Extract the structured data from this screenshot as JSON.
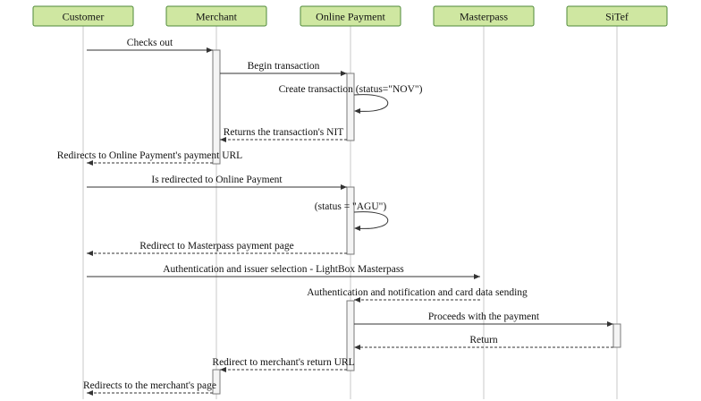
{
  "participants": [
    {
      "id": "customer",
      "label": "Customer"
    },
    {
      "id": "merchant",
      "label": "Merchant"
    },
    {
      "id": "online_payment",
      "label": "Online Payment"
    },
    {
      "id": "masterpass",
      "label": "Masterpass"
    },
    {
      "id": "sitef",
      "label": "SiTef"
    }
  ],
  "messages": [
    {
      "from": "customer",
      "to": "merchant",
      "label": "Checks out",
      "style": "solid"
    },
    {
      "from": "merchant",
      "to": "online_payment",
      "label": "Begin transaction",
      "style": "solid"
    },
    {
      "from": "online_payment",
      "to": "online_payment",
      "label": "Create transaction (status=\"NOV\")",
      "style": "self"
    },
    {
      "from": "online_payment",
      "to": "merchant",
      "label": "Returns the transaction's NIT",
      "style": "dashed"
    },
    {
      "from": "merchant",
      "to": "customer",
      "label": "Redirects to Online Payment's payment URL",
      "style": "dashed"
    },
    {
      "from": "customer",
      "to": "online_payment",
      "label": "Is redirected to Online Payment",
      "style": "solid"
    },
    {
      "from": "online_payment",
      "to": "online_payment",
      "label": "(status = \"AGU\")",
      "style": "self"
    },
    {
      "from": "online_payment",
      "to": "customer",
      "label": "Redirect to Masterpass payment page",
      "style": "dashed"
    },
    {
      "from": "customer",
      "to": "masterpass",
      "label": "Authentication and issuer selection - LightBox Masterpass",
      "style": "solid"
    },
    {
      "from": "masterpass",
      "to": "online_payment",
      "label": "Authentication and notification and card data sending",
      "style": "dashed"
    },
    {
      "from": "online_payment",
      "to": "sitef",
      "label": "Proceeds with the payment",
      "style": "solid"
    },
    {
      "from": "sitef",
      "to": "online_payment",
      "label": "Return",
      "style": "dashed"
    },
    {
      "from": "online_payment",
      "to": "merchant",
      "label": "Redirect to merchant's return URL",
      "style": "dashed"
    },
    {
      "from": "merchant",
      "to": "customer",
      "label": "Redirects to the merchant's page",
      "style": "dashed"
    }
  ]
}
